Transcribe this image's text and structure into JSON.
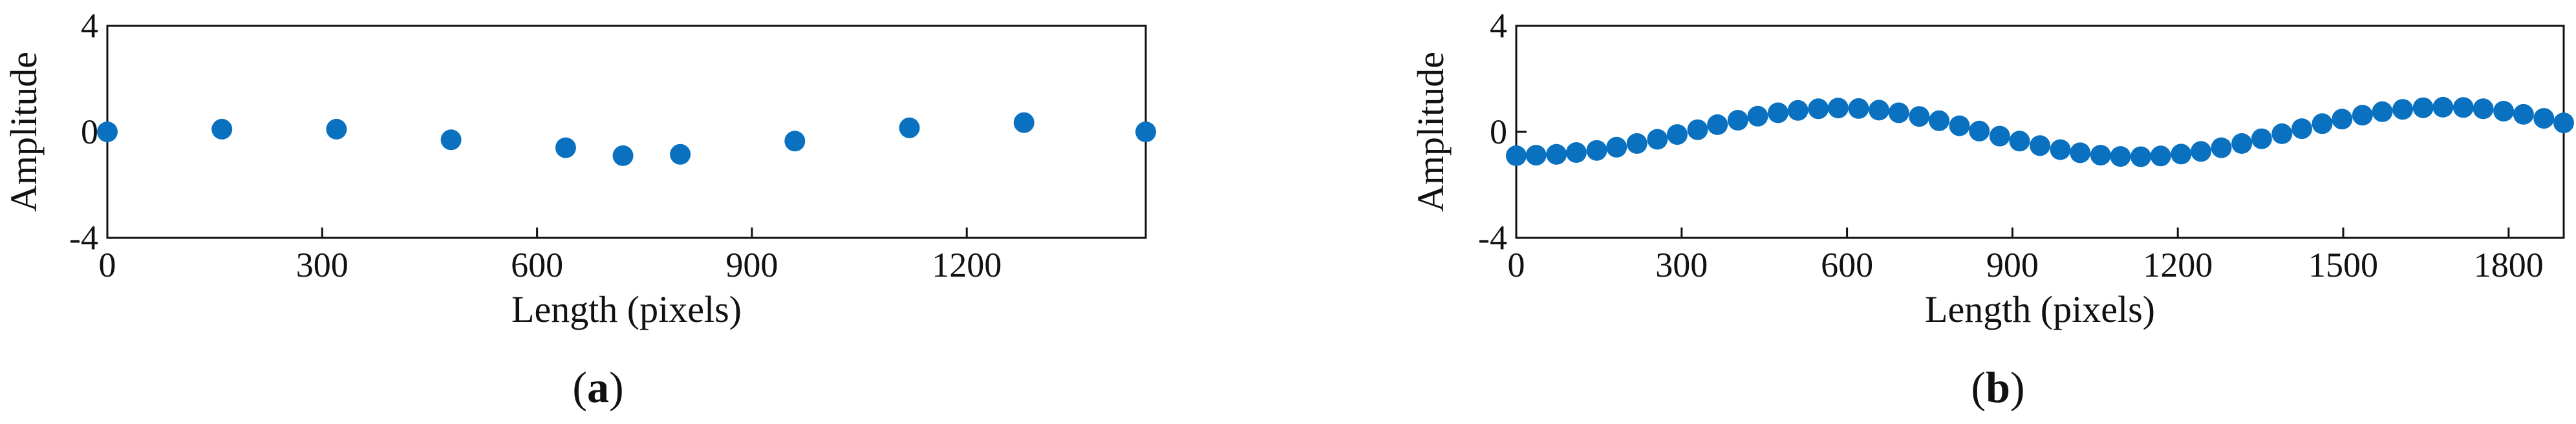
{
  "figure": {
    "panels": [
      {
        "label_open": "(",
        "label_letter": "a",
        "label_close": ")"
      },
      {
        "label_open": "(",
        "label_letter": "b",
        "label_close": ")"
      }
    ]
  },
  "chart_data": [
    {
      "type": "scatter",
      "title": "",
      "xlabel": "Length (pixels)",
      "ylabel": "Amplitude",
      "xlim": [
        0,
        1450
      ],
      "ylim": [
        -4,
        4
      ],
      "xticks": [
        0,
        300,
        600,
        900,
        1200
      ],
      "yticks": [
        4,
        0,
        -4
      ],
      "grid": false,
      "marker_color": "#0a71c1",
      "series": [
        {
          "x": [
            0,
            160,
            320,
            480,
            640,
            720,
            800,
            960,
            1120,
            1280,
            1450
          ],
          "y": [
            0.0,
            0.1,
            0.1,
            -0.3,
            -0.6,
            -0.9,
            -0.85,
            -0.35,
            0.15,
            0.35,
            0.0
          ]
        }
      ]
    },
    {
      "type": "scatter",
      "title": "",
      "xlabel": "Length (pixels)",
      "ylabel": "Amplitude",
      "xlim": [
        0,
        1900
      ],
      "ylim": [
        -4,
        4
      ],
      "xticks": [
        0,
        300,
        600,
        900,
        1200,
        1500,
        1800
      ],
      "yticks": [
        4,
        0,
        -4
      ],
      "grid": false,
      "marker_color": "#0a71c1",
      "series": [
        {
          "x": [
            0,
            36,
            73,
            109,
            146,
            182,
            219,
            256,
            292,
            329,
            365,
            402,
            438,
            475,
            511,
            548,
            584,
            621,
            658,
            694,
            731,
            767,
            804,
            840,
            877,
            913,
            950,
            987,
            1023,
            1060,
            1096,
            1133,
            1169,
            1206,
            1242,
            1279,
            1316,
            1352,
            1389,
            1425,
            1462,
            1498,
            1535,
            1571,
            1608,
            1645,
            1681,
            1718,
            1754,
            1791,
            1827,
            1864,
            1900
          ],
          "y": [
            -0.9,
            -0.88,
            -0.85,
            -0.78,
            -0.7,
            -0.58,
            -0.44,
            -0.28,
            -0.1,
            0.08,
            0.27,
            0.44,
            0.59,
            0.72,
            0.81,
            0.87,
            0.9,
            0.88,
            0.82,
            0.72,
            0.58,
            0.42,
            0.23,
            0.03,
            -0.16,
            -0.35,
            -0.52,
            -0.67,
            -0.79,
            -0.88,
            -0.93,
            -0.94,
            -0.91,
            -0.84,
            -0.74,
            -0.6,
            -0.44,
            -0.26,
            -0.07,
            0.12,
            0.31,
            0.48,
            0.63,
            0.76,
            0.85,
            0.91,
            0.93,
            0.92,
            0.87,
            0.78,
            0.66,
            0.51,
            0.34
          ]
        }
      ]
    }
  ]
}
